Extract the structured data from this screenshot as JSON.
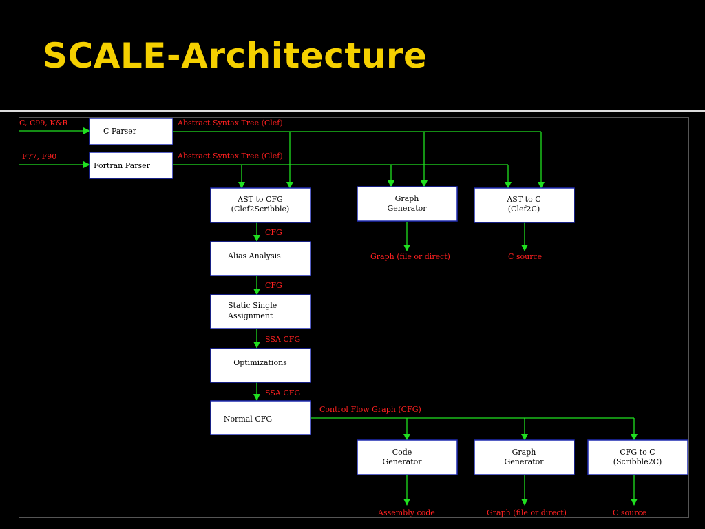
{
  "slide": {
    "title": "SCALE-Architecture"
  },
  "colors": {
    "title": "#f5d000",
    "background": "#000000",
    "arrow": "#20e020",
    "edge_label": "#ff2020",
    "box_fill": "#ffffff",
    "box_border": "#1f2bb0"
  },
  "inputs": {
    "c_languages": "C, C99, K&R",
    "fortran_languages": "F77, F90"
  },
  "nodes": {
    "c_parser": "C Parser",
    "fortran_parser": "Fortran Parser",
    "ast_to_cfg": [
      "AST to CFG",
      "(Clef2Scribble)"
    ],
    "graph_generator_top": [
      "Graph",
      "Generator"
    ],
    "ast_to_c": [
      "AST to C",
      "(Clef2C)"
    ],
    "alias_analysis": "Alias Analysis",
    "ssa": [
      "Static Single",
      "Assignment"
    ],
    "optimizations": "Optimizations",
    "normal_cfg": "Normal CFG",
    "code_generator": [
      "Code",
      "Generator"
    ],
    "graph_generator_bottom": [
      "Graph",
      "Generator"
    ],
    "cfg_to_c": [
      "CFG to C",
      "(Scribble2C)"
    ]
  },
  "edge_labels": {
    "ast_c": "Abstract Syntax Tree (Clef)",
    "ast_fortran": "Abstract Syntax Tree (Clef)",
    "cfg_1": "CFG",
    "cfg_2": "CFG",
    "ssa_cfg_1": "SSA CFG",
    "ssa_cfg_2": "SSA CFG",
    "control_flow_graph": "Control Flow Graph (CFG)"
  },
  "outputs": {
    "graph_top": "Graph (file or direct)",
    "c_source_top": "C source",
    "assembly": "Assembly code",
    "graph_bottom": "Graph (file or direct)",
    "c_source_bottom": "C source"
  }
}
